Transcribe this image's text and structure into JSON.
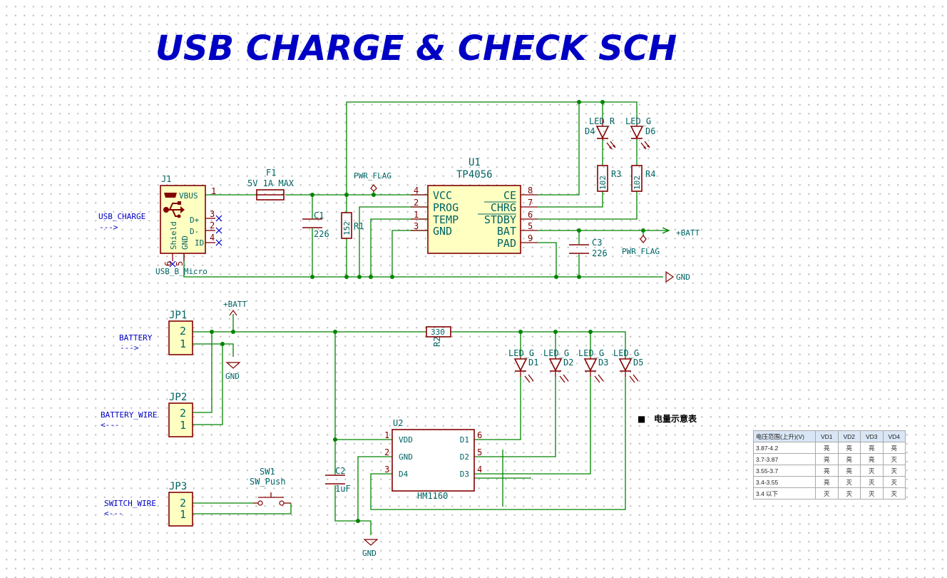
{
  "title": "USB CHARGE & CHECK SCH",
  "labels": {
    "usb_charge": "USB_CHARGE",
    "arrow_in": "--->",
    "arrow_out": "<---",
    "battery": "BATTERY",
    "battery_wire": "BATTERY_WIRE",
    "switch_wire": "SWITCH_WIRE",
    "batt_plus": "+BATT",
    "gnd": "GND",
    "pwr_flag": "PWR_FLAG"
  },
  "components": {
    "j1": {
      "ref": "J1",
      "value": "USB_B_Micro",
      "pins": [
        "VBUS",
        "D+",
        "D-",
        "ID",
        "Shield",
        "GND"
      ],
      "pin_numbers": [
        "1",
        "3",
        "2",
        "4",
        "6",
        "5"
      ]
    },
    "f1": {
      "ref": "F1",
      "value": "5V 1A MAX"
    },
    "c1": {
      "ref": "C1",
      "value": "226"
    },
    "r1": {
      "ref": "R1",
      "value": "152"
    },
    "u1": {
      "ref": "U1",
      "value": "TP4056",
      "left_pins": [
        {
          "name": "VCC",
          "num": "4"
        },
        {
          "name": "PROG",
          "num": "2"
        },
        {
          "name": "TEMP",
          "num": "1"
        },
        {
          "name": "GND",
          "num": "3"
        }
      ],
      "right_pins": [
        {
          "name": "CE",
          "num": "8"
        },
        {
          "name": "CHRG",
          "num": "7"
        },
        {
          "name": "STDBY",
          "num": "6"
        },
        {
          "name": "BAT",
          "num": "5"
        },
        {
          "name": "PAD",
          "num": "9"
        }
      ]
    },
    "c3": {
      "ref": "C3",
      "value": "226"
    },
    "d4": {
      "ref": "D4",
      "value": "LED_R"
    },
    "d6": {
      "ref": "D6",
      "value": "LED_G"
    },
    "r3": {
      "ref": "R3",
      "value": "102"
    },
    "r4": {
      "ref": "R4",
      "value": "102"
    },
    "jp1": {
      "ref": "JP1",
      "pins": [
        "2",
        "1"
      ]
    },
    "jp2": {
      "ref": "JP2",
      "pins": [
        "2",
        "1"
      ]
    },
    "jp3": {
      "ref": "JP3",
      "pins": [
        "2",
        "1"
      ]
    },
    "r2": {
      "ref": "R2",
      "value": "330"
    },
    "c2": {
      "ref": "C2",
      "value": "1uF"
    },
    "sw1": {
      "ref": "SW1",
      "value": "SW_Push"
    },
    "d1": {
      "ref": "D1",
      "value": "LED_G"
    },
    "d2": {
      "ref": "D2",
      "value": "LED_G"
    },
    "d3": {
      "ref": "D3",
      "value": "LED_G"
    },
    "d5": {
      "ref": "D5",
      "value": "LED_G"
    },
    "u2": {
      "ref": "U2",
      "value": "HM1160",
      "left_pins": [
        {
          "name": "VDD",
          "num": "1"
        },
        {
          "name": "GND",
          "num": "2"
        },
        {
          "name": "D4",
          "num": "3"
        }
      ],
      "right_pins": [
        {
          "name": "D1",
          "num": "6"
        },
        {
          "name": "D2",
          "num": "5"
        },
        {
          "name": "D3",
          "num": "4"
        }
      ]
    }
  },
  "note": {
    "bullet": "■",
    "text": "电量示意表"
  },
  "voltage_table": {
    "headers": [
      "电压范围(上升)(V)",
      "VD1",
      "VD2",
      "VD3",
      "VD4"
    ],
    "rows": [
      [
        "3.87-4.2",
        "亮",
        "亮",
        "亮",
        "亮"
      ],
      [
        "3.7-3.87",
        "亮",
        "亮",
        "亮",
        "灭"
      ],
      [
        "3.55-3.7",
        "亮",
        "亮",
        "灭",
        "灭"
      ],
      [
        "3.4-3.55",
        "亮",
        "灭",
        "灭",
        "灭"
      ],
      [
        "3.4 以下",
        "灭",
        "灭",
        "灭",
        "灭"
      ]
    ]
  }
}
